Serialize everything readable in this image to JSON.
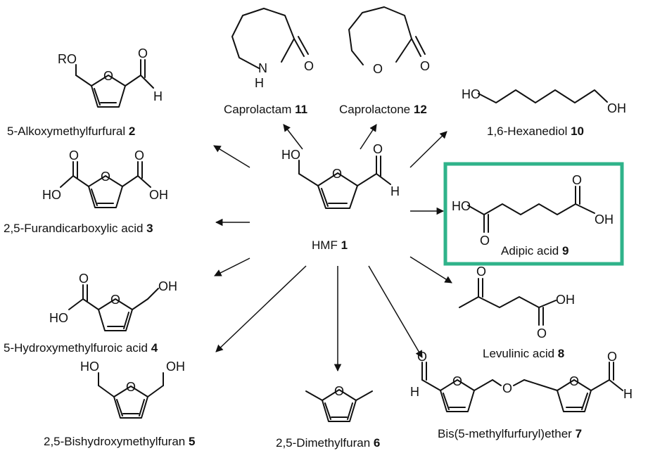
{
  "hub": {
    "name": "HMF",
    "number": "1"
  },
  "products": [
    {
      "key": "p2",
      "name": "5-Alkoxymethylfurfural",
      "number": "2"
    },
    {
      "key": "p3",
      "name": "2,5-Furandicarboxylic acid",
      "number": "3"
    },
    {
      "key": "p4",
      "name": "5-Hydroxymethylfuroic acid",
      "number": "4"
    },
    {
      "key": "p5",
      "name": "2,5-Bishydroxymethylfuran",
      "number": "5"
    },
    {
      "key": "p6",
      "name": "2,5-Dimethylfuran",
      "number": "6"
    },
    {
      "key": "p7",
      "name": "Bis(5-methylfurfuryl)ether",
      "number": "7"
    },
    {
      "key": "p8",
      "name": "Levulinic acid",
      "number": "8"
    },
    {
      "key": "p9",
      "name": "Adipic acid",
      "number": "9",
      "highlighted": true
    },
    {
      "key": "p10",
      "name": "1,6-Hexanediol",
      "number": "10"
    },
    {
      "key": "p11",
      "name": "Caprolactam",
      "number": "11"
    },
    {
      "key": "p12",
      "name": "Caprolactone",
      "number": "12"
    }
  ],
  "atoms": {
    "O": "O",
    "H": "H",
    "N": "N",
    "OH": "OH",
    "HO": "HO",
    "RO": "RO"
  },
  "colors": {
    "highlight": "#2fb38a",
    "ink": "#111111"
  }
}
